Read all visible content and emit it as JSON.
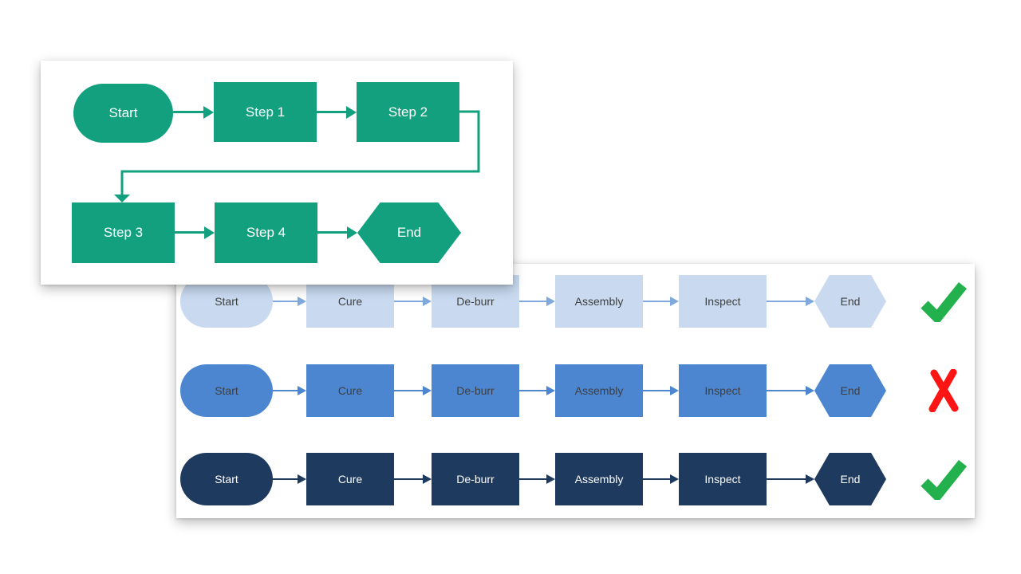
{
  "slide": {
    "background": "#ffffff"
  },
  "top_chart": {
    "accent_color": "#12A07E",
    "label_color": "#FFFFFF",
    "nodes": [
      {
        "id": "start",
        "shape": "stadium",
        "label": "Start"
      },
      {
        "id": "step-1",
        "shape": "rectangle",
        "label": "Step 1"
      },
      {
        "id": "step-2",
        "shape": "rectangle",
        "label": "Step 2"
      },
      {
        "id": "step-3",
        "shape": "rectangle",
        "label": "Step 3"
      },
      {
        "id": "step-4",
        "shape": "rectangle",
        "label": "Step 4"
      },
      {
        "id": "end",
        "shape": "hexagon",
        "label": "End"
      }
    ]
  },
  "comparison_chart": {
    "steps": [
      "Start",
      "Cure",
      "De-burr",
      "Assembly",
      "Inspect",
      "End"
    ],
    "status_colors": {
      "pass": "#22B14C",
      "fail": "#FF1414"
    },
    "rows": [
      {
        "style": "light-blue",
        "fill": "#C9DAF0",
        "label_color": "#3F3F3F",
        "arrow_color": "#7FA8DC",
        "status": "pass"
      },
      {
        "style": "medium-blue",
        "fill": "#4C86D0",
        "label_color": "#3F3F3F",
        "arrow_color": "#4C86D0",
        "status": "fail"
      },
      {
        "style": "dark-navy",
        "fill": "#1E3A5F",
        "label_color": "#FFFFFF",
        "arrow_color": "#1E3A5F",
        "status": "pass"
      }
    ]
  }
}
